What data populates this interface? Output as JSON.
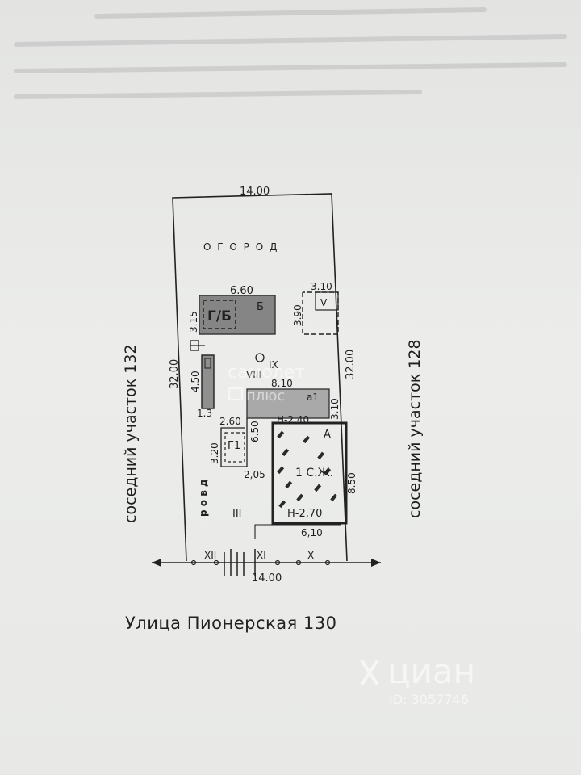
{
  "plan": {
    "dims": {
      "top_width": "14.00",
      "bottom_width": "14.00",
      "left_length": "32.00",
      "right_length": "32.00",
      "bathhouse_w": "6.60",
      "bathhouse_h": "3.15",
      "shed_w": "3.10",
      "shed_h": "3.90",
      "strip_h": "4.50",
      "strip_w": "1.3",
      "ext_w": "8.10",
      "ext_h": "3.10",
      "garage_w": "2.60",
      "garage_h": "3.20",
      "inner_h": "6.50",
      "inner_w": "2,05",
      "house_w": "6,10",
      "house_h": "8.50"
    },
    "labels": {
      "garden": "О Г О Р О Д",
      "bathhouse_code": "Г/Б",
      "bathhouse_letter": "Б",
      "shed_code": "V",
      "well": "IX",
      "yard": "VIII",
      "ext_code": "а1",
      "ext_height": "Н-2.40",
      "garage_code": "Г1",
      "house_letter": "А",
      "house_name": "1  С.Ж.",
      "house_height": "Н-2,70",
      "driveway": "р о в д",
      "zone_iii": "III",
      "fence_xii": "XII",
      "fence_xi": "XI",
      "fence_x": "X"
    },
    "neighbors": {
      "left": "соседний  участок  132",
      "right": "соседний  участок  128"
    },
    "street": "Улица Пионерская 130"
  },
  "watermarks": {
    "avito_line1": "самолет",
    "avito_line2": "плюс",
    "cian_name": "циан",
    "cian_id": "ID: 3057746"
  }
}
